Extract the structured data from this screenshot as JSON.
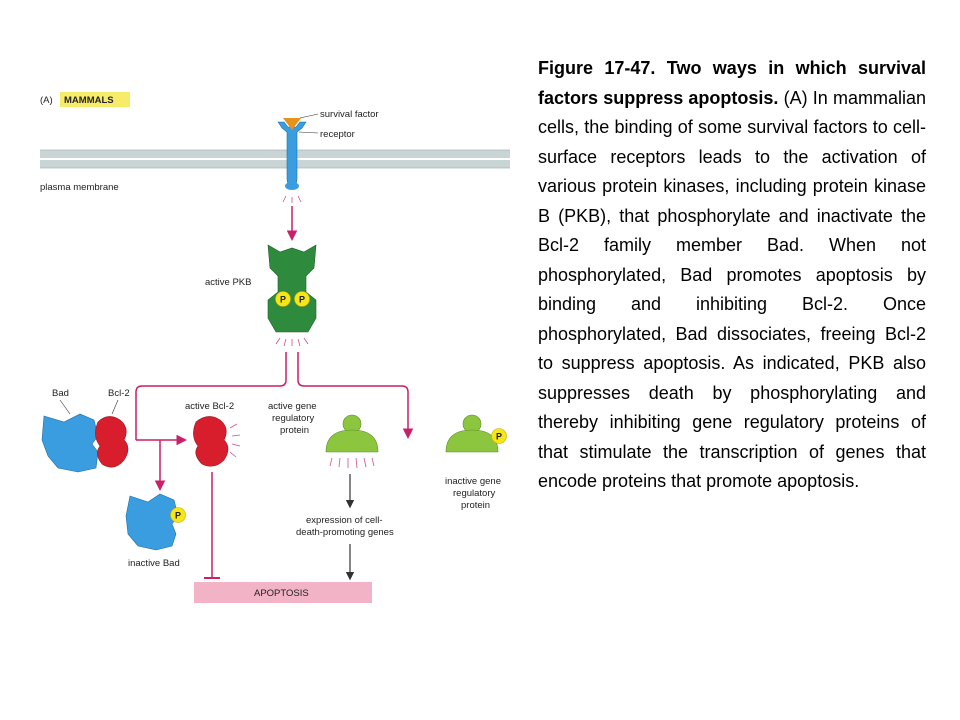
{
  "diagram": {
    "panel_letter": "(A)",
    "panel_title": "MAMMALS",
    "labels": {
      "survival_factor": "survival factor",
      "receptor": "receptor",
      "plasma_membrane": "plasma membrane",
      "active_pkb": "active PKB",
      "bad": "Bad",
      "bcl2": "Bcl-2",
      "active_bcl2": "active Bcl-2",
      "active_gene_line1": "active gene",
      "active_gene_line2": "regulatory",
      "active_gene_line3": "protein",
      "inactive_gene_line1": "inactive gene",
      "inactive_gene_line2": "regulatory",
      "inactive_gene_line3": "protein",
      "expression_line1": "expression of cell-",
      "expression_line2": "death-promoting genes",
      "inactive_bad": "inactive Bad",
      "apoptosis": "APOPTOSIS",
      "phospho": "P"
    },
    "colors": {
      "receptor": "#3a9de0",
      "survival_factor": "#e8921e",
      "pkb": "#2e8b3e",
      "bad": "#3a9de0",
      "bcl2": "#d81e2c",
      "gene_regulatory": "#8cc63f",
      "phospho": "#f5e619",
      "arrow": "#cc1f6a",
      "apoptosis_box": "#f2b3c6",
      "membrane": "#c9d4d4",
      "title_highlight": "#f7ec6a"
    }
  },
  "caption": {
    "title": "Figure 17-47. Two ways in which survival factors suppress apoptosis.",
    "body": " (A) In mammalian cells, the binding of some survival factors to cell-surface receptors leads to the activation of various protein kinases, including protein kinase B (PKB), that phosphorylate and inactivate the Bcl-2 family member Bad. When not phosphorylated, Bad promotes apoptosis by binding and inhibiting Bcl-2. Once phosphorylated, Bad dissociates, freeing Bcl-2 to suppress apoptosis. As indicated, PKB also suppresses death by phosphorylating and thereby inhibiting gene regulatory proteins of that stimulate the transcription of genes that encode proteins that promote apoptosis."
  }
}
